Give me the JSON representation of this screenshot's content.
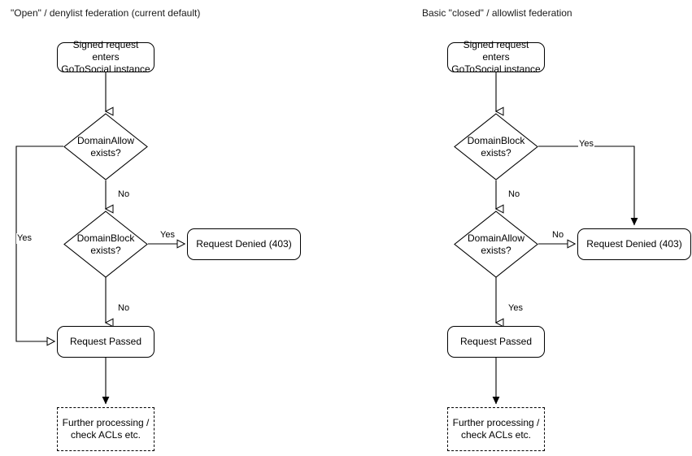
{
  "diagram": {
    "title_left": "\"Open\" / denylist federation (current default)",
    "title_right": "Basic \"closed\" / allowlist federation",
    "columns": [
      {
        "id": "open-denylist",
        "heading": "\"Open\" / denylist federation (current default)",
        "nodes": {
          "entry": "Signed request enters\nGoToSocial instance",
          "decision_1": "DomainAllow\nexists?",
          "decision_2": "DomainBlock\nexists?",
          "denied": "Request Denied (403)",
          "passed": "Request Passed",
          "further": "Further processing /\ncheck ACLs etc."
        },
        "edge_labels": {
          "allow_yes": "Yes",
          "allow_no": "No",
          "block_yes": "Yes",
          "block_no": "No"
        }
      },
      {
        "id": "closed-allowlist",
        "heading": "Basic \"closed\" / allowlist federation",
        "nodes": {
          "entry": "Signed request enters\nGoToSocial instance",
          "decision_1": "DomainBlock\nexists?",
          "decision_2": "DomainAllow\nexists?",
          "denied": "Request Denied (403)",
          "passed": "Request Passed",
          "further": "Further processing /\ncheck ACLs etc."
        },
        "edge_labels": {
          "block_yes": "Yes",
          "block_no": "No",
          "allow_no": "No",
          "allow_yes": "Yes"
        }
      }
    ],
    "colors": {
      "stroke": "#000000",
      "fill": "#ffffff",
      "text": "#000000"
    }
  }
}
